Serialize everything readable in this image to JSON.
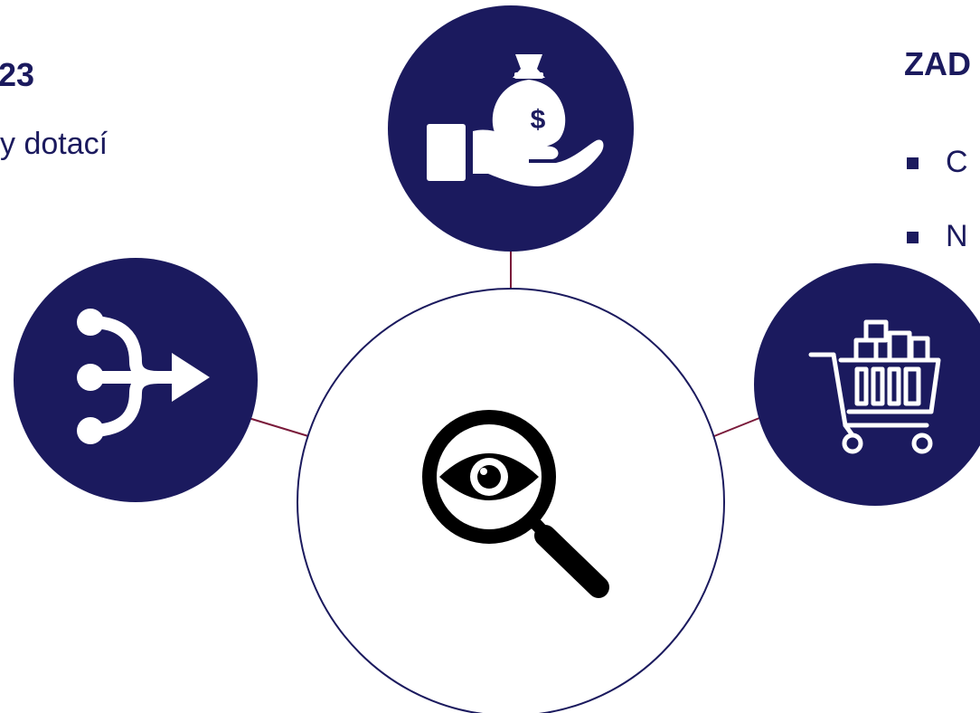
{
  "left_text": {
    "heading": "23",
    "line": "y dotací"
  },
  "right_text": {
    "heading": "ZAD",
    "bullets": [
      "C",
      "N"
    ]
  },
  "icons": {
    "top": "money-bag-in-hand-icon",
    "left": "merge-arrow-icon",
    "right": "shopping-cart-icon",
    "center": "magnifier-eye-icon"
  },
  "colors": {
    "navy": "#1b1a5e",
    "connector": "#7a1a3a",
    "white": "#ffffff"
  },
  "dollar_sign": "$"
}
